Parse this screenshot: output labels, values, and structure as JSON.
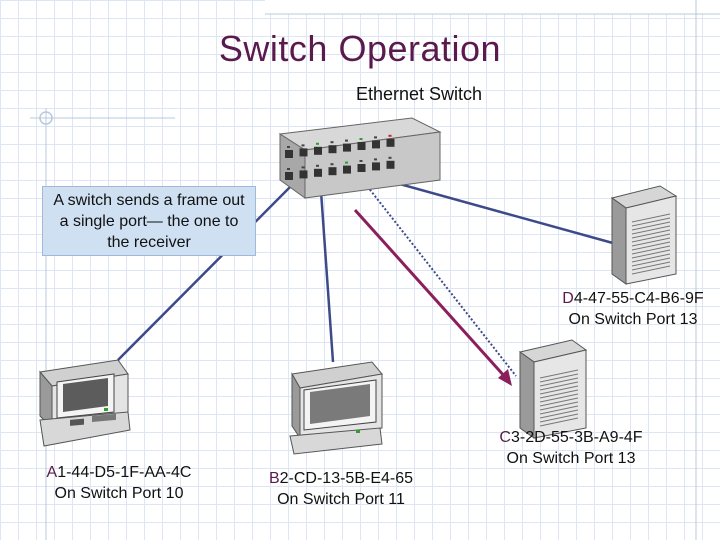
{
  "title": "Switch Operation",
  "switch_label": "Ethernet Switch",
  "callout": "A switch sends a frame out a single port— the one to the receiver",
  "nodes": {
    "a": {
      "letter": "A",
      "mac_rest": "1-44-D5-1F-AA-4C",
      "port": "On Switch Port 10"
    },
    "b": {
      "letter": "B",
      "mac_rest": "2-CD-13-5B-E4-65",
      "port": "On Switch Port 11"
    },
    "c": {
      "letter": "C",
      "mac_rest": "3-2D-55-3B-A9-4F",
      "port": "On Switch Port 13"
    },
    "d": {
      "letter": "D",
      "mac_rest": "4-47-55-C4-B6-9F",
      "port": "On Switch Port 13"
    }
  },
  "colors": {
    "title": "#5a1a4e",
    "link": "#3d4a8a",
    "frame_arrow": "#8b1f5c",
    "callout_bg": "#cfe0f2"
  }
}
